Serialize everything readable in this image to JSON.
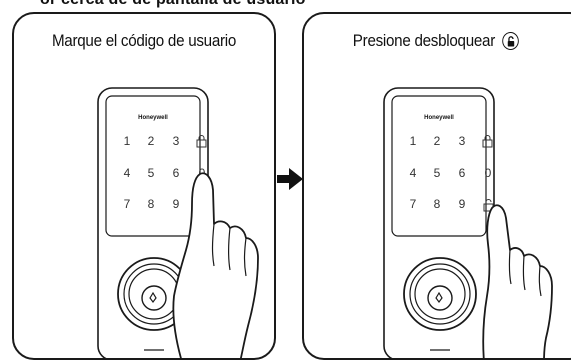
{
  "header_fragment": "or cerca de de pantalla de usuario",
  "panels": [
    {
      "title": "Marque el código de usuario",
      "brand": "Honeywell",
      "keys": [
        "1",
        "2",
        "3",
        "4",
        "5",
        "6",
        "0",
        "7",
        "8",
        "9"
      ],
      "lock_icon": "padlock-icon"
    },
    {
      "title": "Presione desbloquear",
      "title_icon": "unlock-icon",
      "brand": "Honeywell",
      "keys": [
        "1",
        "2",
        "3",
        "4",
        "5",
        "6",
        "0",
        "7",
        "8",
        "9"
      ],
      "lock_icon": "padlock-icon"
    }
  ],
  "arrow_icon": "right-arrow-icon"
}
